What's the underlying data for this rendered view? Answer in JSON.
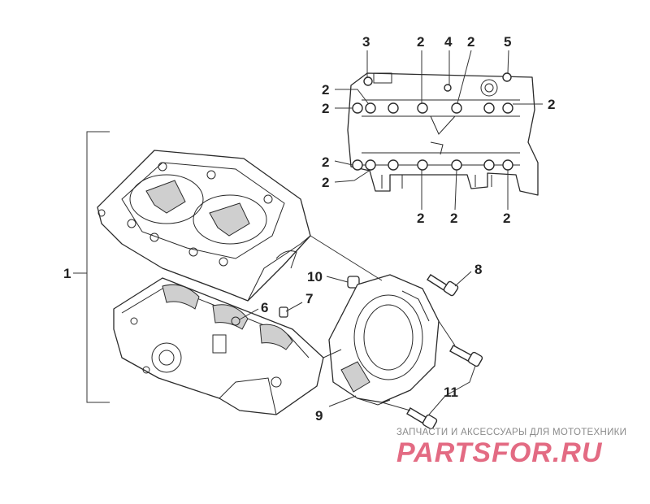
{
  "callouts": {
    "c1": "1",
    "c2": "2",
    "c3": "3",
    "c4": "4",
    "c5": "5",
    "c6": "6",
    "c7": "7",
    "c8": "8",
    "c9": "9",
    "c10": "10",
    "c11": "11"
  },
  "watermark": {
    "caption": "ЗАПЧАСТИ И АКСЕССУАРЫ ДЛЯ МОТОТЕХНИКИ",
    "logo": "PARTSFOR.RU"
  },
  "colors": {
    "line": "#2a2a2a",
    "watermark_logo": "#e36b83",
    "watermark_caption": "#8a8a8a"
  }
}
